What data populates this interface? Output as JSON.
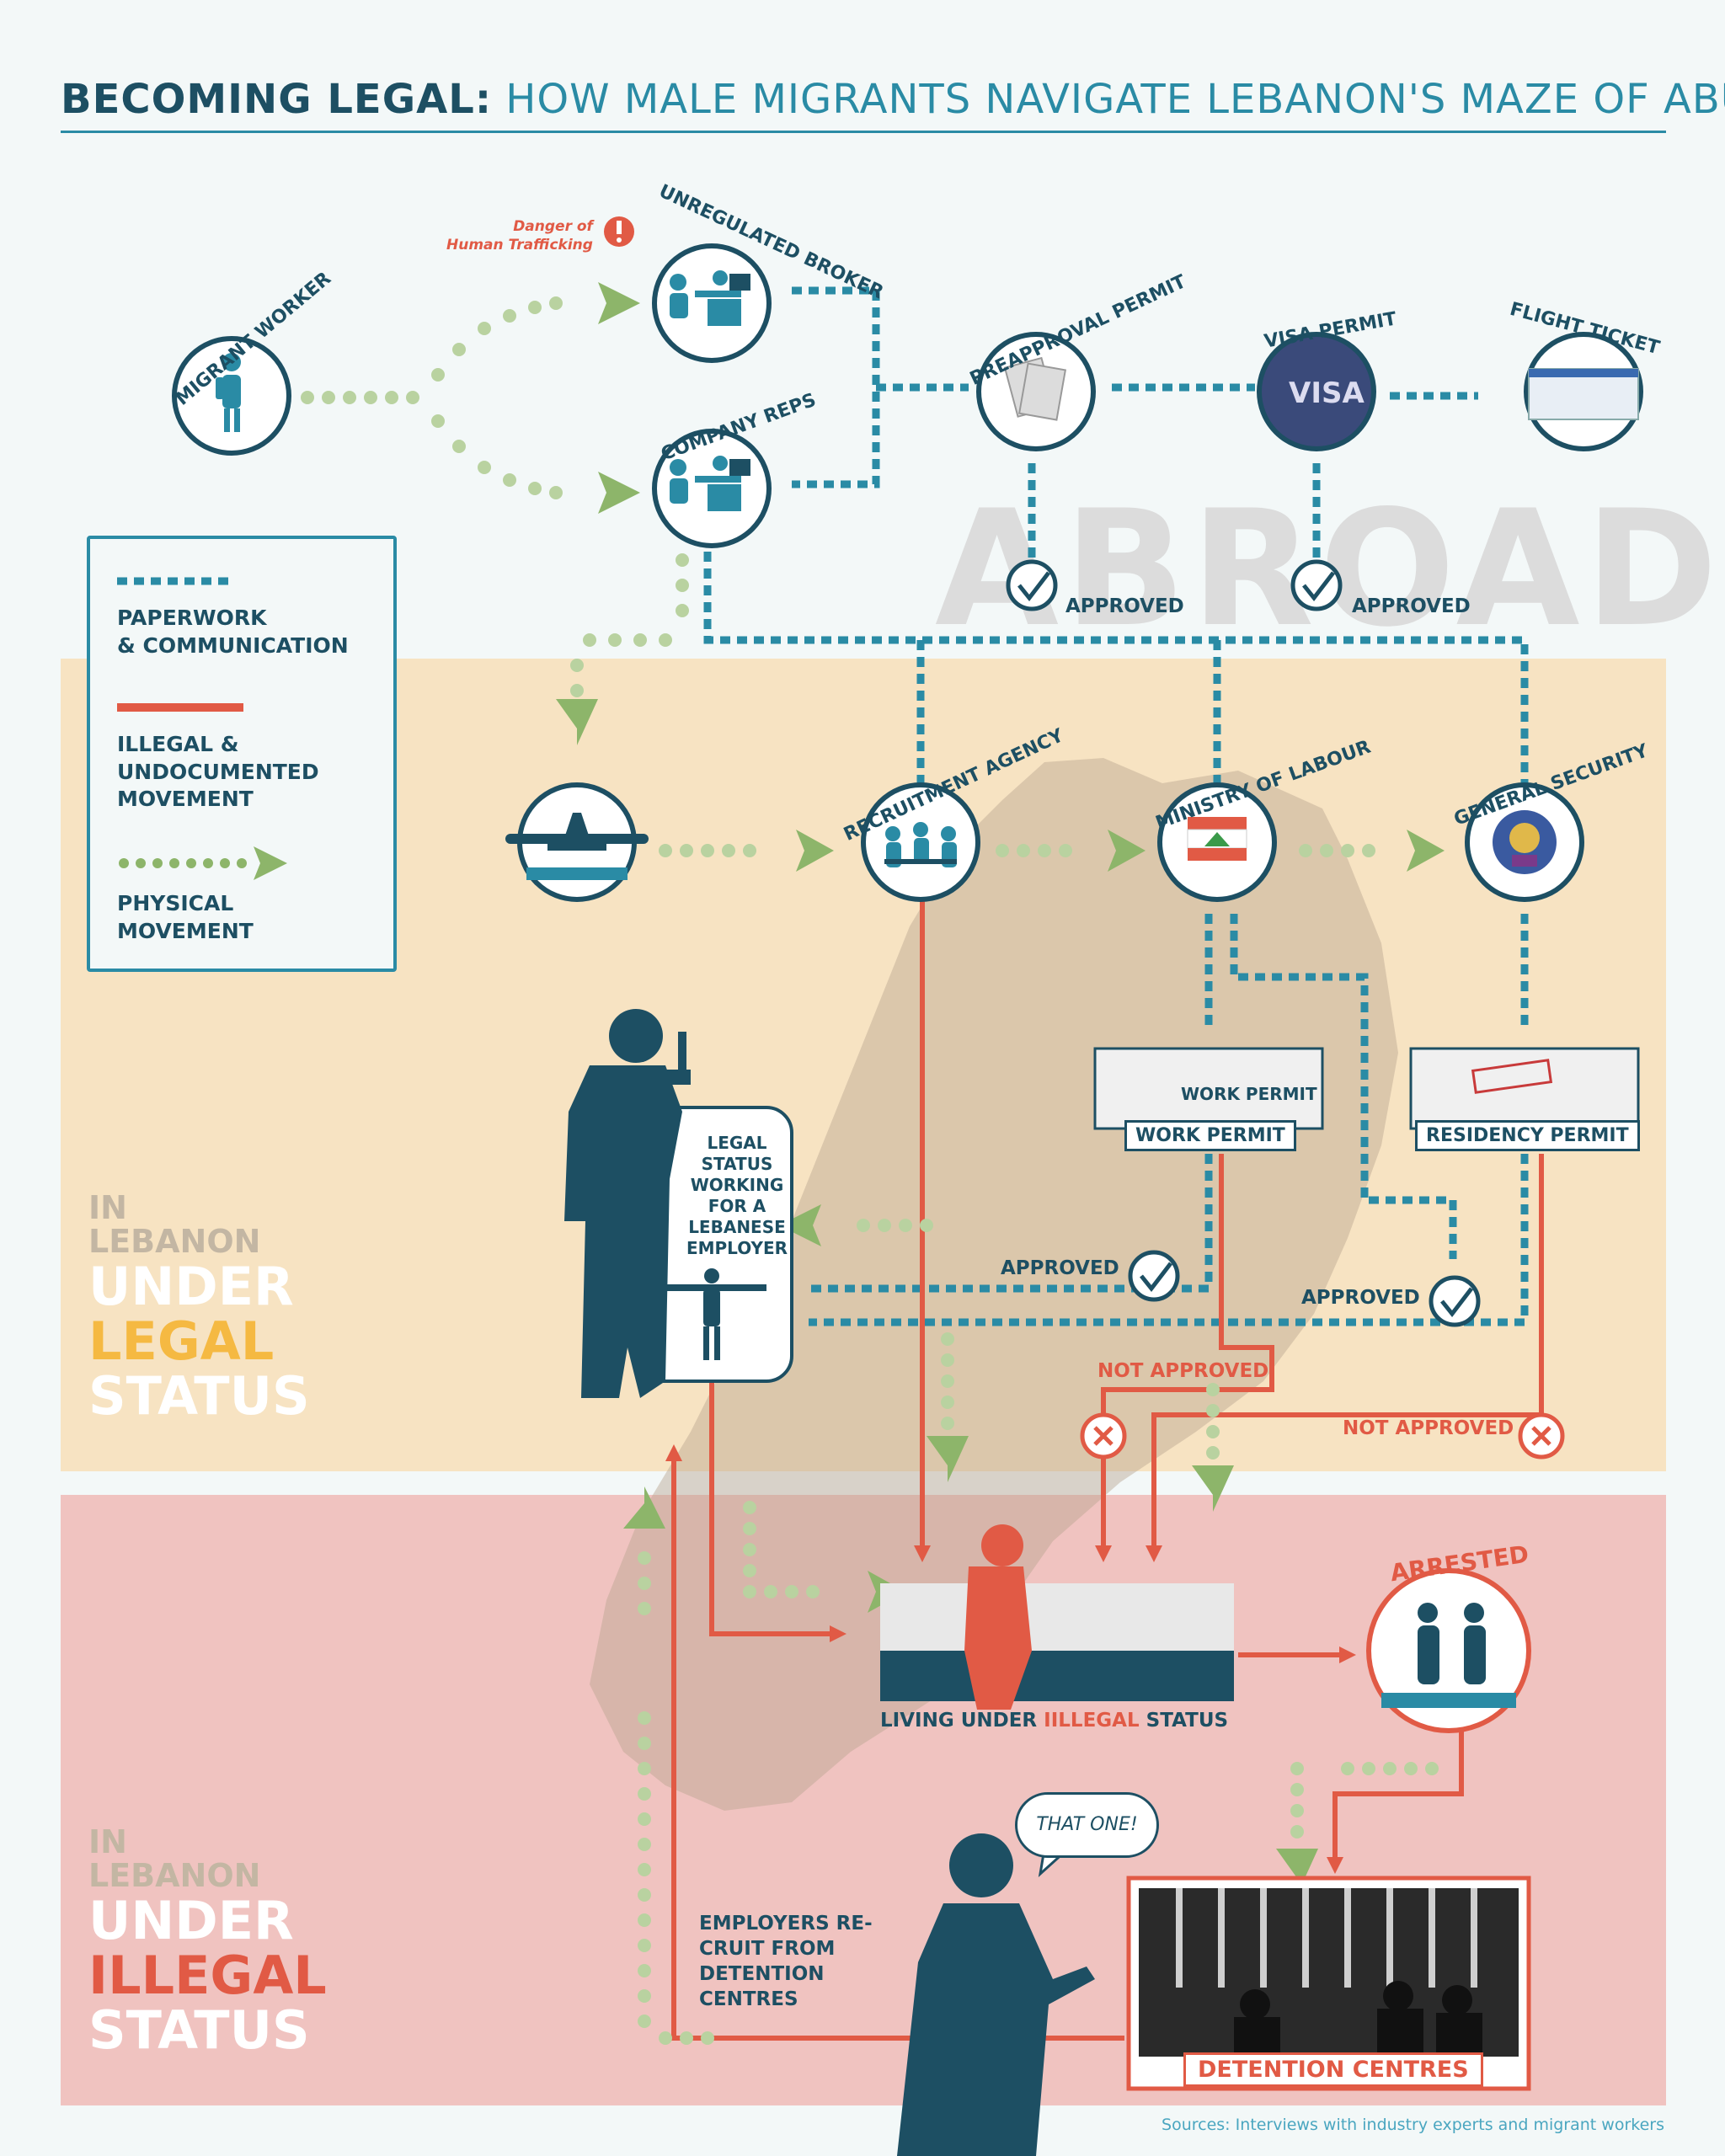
{
  "title": {
    "bold": "BECOMING LEGAL:",
    "rest": "HOW MALE MIGRANTS NAVIGATE LEBANON'S MAZE OF ABUSE"
  },
  "abroad_label": "ABROAD",
  "legend": {
    "paperwork": "PAPERWORK\n& COMMUNICATION",
    "illegal": "ILLEGAL &\nUNDOCUMENTED\nMOVEMENT",
    "physical": "PHYSICAL\nMOVEMENT"
  },
  "nodes": {
    "migrant_worker": "MIGRANT WORKER",
    "unregulated_broker": "UNREGULATED BROKER",
    "company_reps": "COMPANY REPS",
    "preapproval_permit": "PREAPPROVAL PERMIT",
    "visa_permit": "VISA PERMIT",
    "flight_ticket": "FLIGHT TICKET",
    "recruitment_agency": "RECRUITMENT AGENCY",
    "ministry_of_labour": "MINISTRY OF LABOUR",
    "general_security": "GENERAL SECURITY",
    "arrested": "ARRESTED"
  },
  "danger": "Danger of\nHuman Trafficking",
  "approved": "APPROVED",
  "not_approved": "NOT APPROVED",
  "work_permit": "WORK PERMIT",
  "work_permit_doc": "WORK PERMIT",
  "residency_permit": "RESIDENCY PERMIT",
  "legal_card": "LEGAL\nSTATUS\nWORKING\nFOR A\nLEBANESE\nEMPLOYER",
  "living": {
    "pre": "LIVING UNDER ",
    "mid": "IILLEGAL",
    "post": " STATUS"
  },
  "detention": "DETENTION CENTRES",
  "speech": "THAT ONE!",
  "employers": "EMPLOYERS RE-\nCRUIT FROM\nDETENTION\nCENTRES",
  "side_legal": {
    "a": "IN",
    "b": "LEBANON",
    "c": "UNDER",
    "d": "LEGAL",
    "e": "STATUS"
  },
  "side_illegal": {
    "a": "IN",
    "b": "LEBANON",
    "c": "UNDER",
    "d": "ILLEGAL",
    "e": "STATUS"
  },
  "sources": "Sources: Interviews with industry experts and migrant workers",
  "colors": {
    "teal": "#2a8ba5",
    "dark": "#1d4f63",
    "red": "#e15a45",
    "green": "#8db56a",
    "legal_band": "#f7e3c2",
    "illegal_band": "#f0c3c0"
  }
}
